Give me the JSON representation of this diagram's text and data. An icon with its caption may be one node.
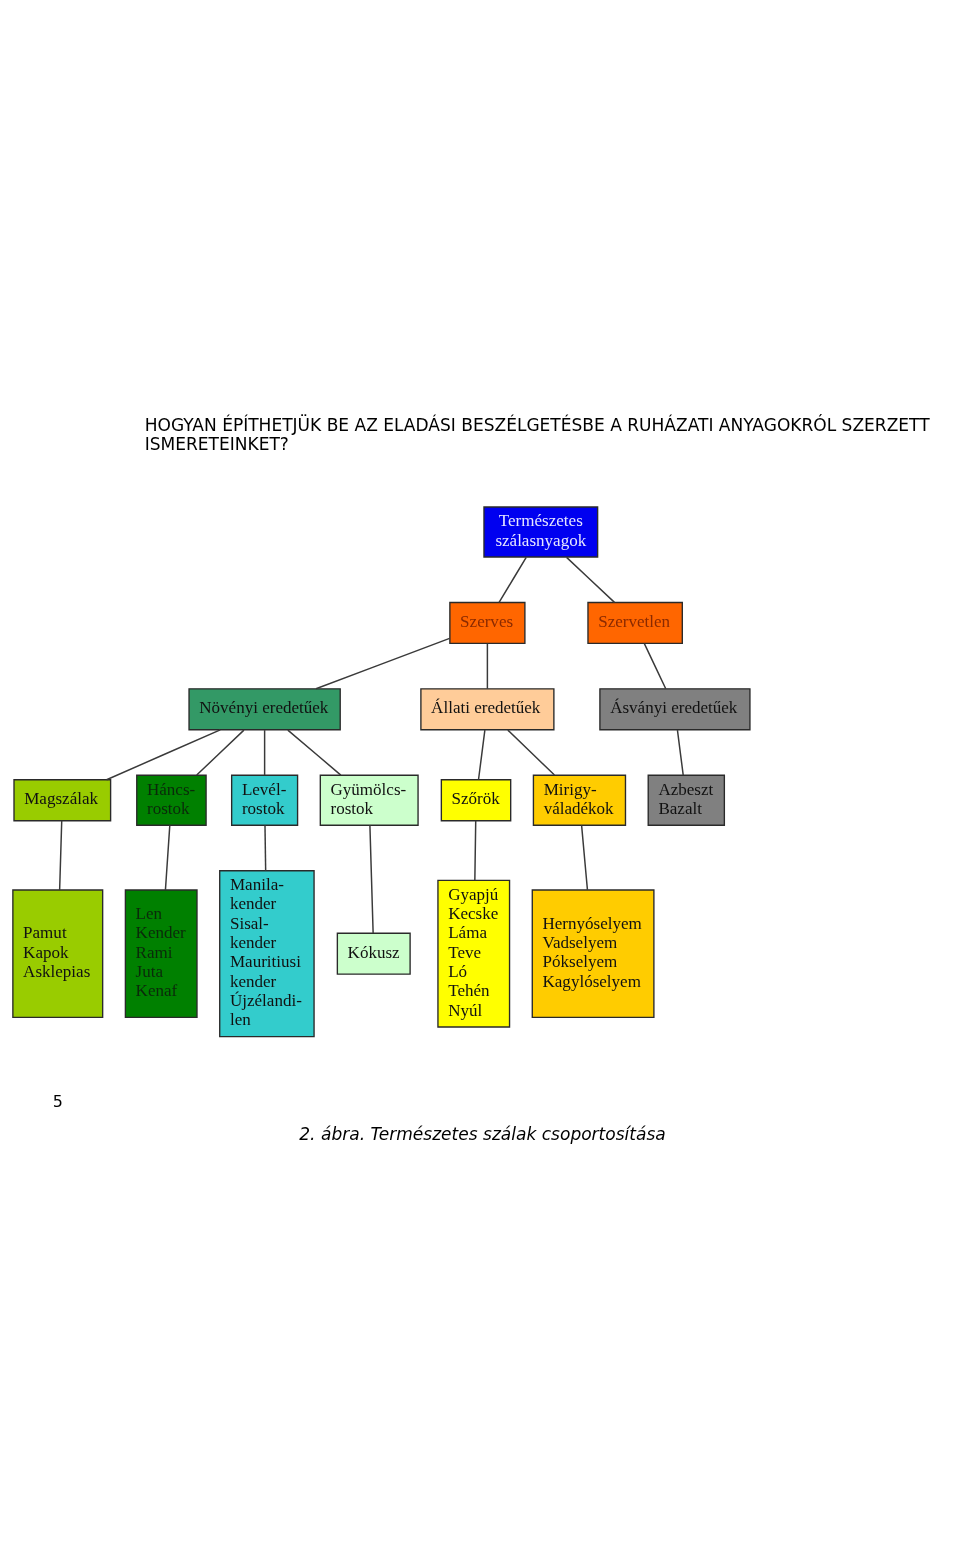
{
  "diagram": {
    "caption": "2. ábra. Természetes szálak csoportosítása",
    "nodes": [
      {
        "text": [
          "Természetes szálasnyagok"
        ]
      },
      {
        "text": [
          "Szerves"
        ]
      },
      {
        "text": [
          "Szervetlen"
        ]
      },
      {
        "text": [
          "Növényi eredetűek"
        ]
      },
      {
        "text": [
          "Állati eredetűek"
        ]
      },
      {
        "text": [
          "Ásványi eredetűek"
        ]
      },
      {
        "text": [
          "Magszálak"
        ]
      },
      {
        "text": [
          "Háncs- rostok"
        ]
      },
      {
        "text": [
          "Levél- rostok"
        ]
      },
      {
        "text": [
          "Gyümölcs- rostok"
        ]
      },
      {
        "text": [
          "Szőrök"
        ]
      },
      {
        "text": [
          "Mirigy- váladékok"
        ]
      },
      {
        "text": [
          "Azbeszt",
          "Bazalt"
        ]
      },
      {
        "text": [
          "Pamut",
          "Kapok",
          "Asklepias"
        ]
      },
      {
        "text": [
          "Len",
          "Kender",
          "Rami",
          "Juta",
          "Kenaf"
        ]
      },
      {
        "text": [
          "Manila- kender",
          "Sisal- kender",
          "Mauritiusi kender",
          "Újzélandi- len"
        ]
      },
      {
        "text": [
          "Kókusz"
        ]
      },
      {
        "text": [
          "Gyapjú",
          "Kecske",
          "Láma",
          "Teve",
          "Ló",
          "Tehén",
          "Nyúl"
        ]
      },
      {
        "text": [
          "Hernyóselyem",
          "Vadselyem",
          "Pókselyem",
          "Kagylóselyem"
        ]
      }
    ],
    "edges": [
      {
        "from": 0,
        "to": 1,
        "arrow": "none"
      },
      {
        "from": 0,
        "to": 2,
        "arrow": "none"
      },
      {
        "from": 1,
        "to": 3,
        "arrow": "none"
      },
      {
        "from": 1,
        "to": 4,
        "arrow": "none"
      },
      {
        "from": 2,
        "to": 5,
        "arrow": "none"
      },
      {
        "from": 3,
        "to": 6,
        "arrow": "none"
      },
      {
        "from": 3,
        "to": 7,
        "arrow": "none"
      },
      {
        "from": 3,
        "to": 8,
        "arrow": "none"
      },
      {
        "from": 3,
        "to": 9,
        "arrow": "none"
      },
      {
        "from": 4,
        "to": 10,
        "arrow": "none"
      },
      {
        "from": 4,
        "to": 11,
        "arrow": "none"
      },
      {
        "from": 5,
        "to": 12,
        "arrow": "none"
      },
      {
        "from": 6,
        "to": 13,
        "arrow": "none"
      },
      {
        "from": 7,
        "to": 14,
        "arrow": "none"
      },
      {
        "from": 8,
        "to": 15,
        "arrow": "none"
      },
      {
        "from": 9,
        "to": 16,
        "arrow": "none"
      },
      {
        "from": 10,
        "to": 17,
        "arrow": "none"
      },
      {
        "from": 11,
        "to": 18,
        "arrow": "none"
      }
    ],
    "labels": [
      "HOGYAN ÉPÍTHETJÜK BE AZ ELADÁSI BESZÉLGETÉSBE A RUHÁZATI ANYAGOKRÓL SZERZETT ISMERETEINKET?",
      "5"
    ]
  }
}
